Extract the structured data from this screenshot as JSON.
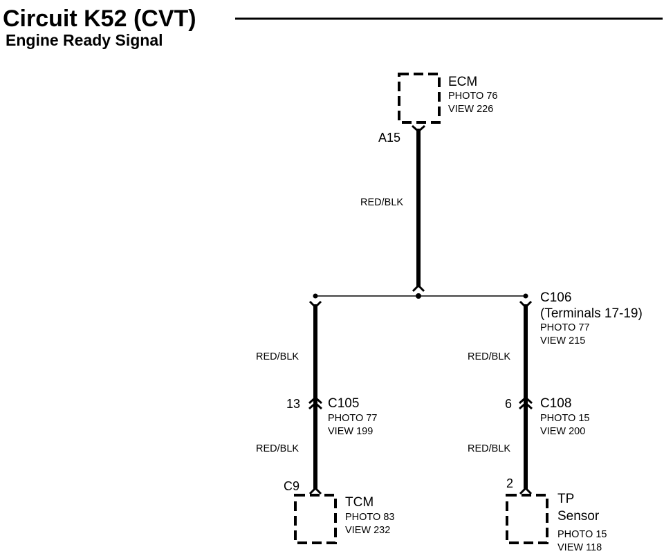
{
  "header": {
    "title": "Circuit K52 (CVT)",
    "subtitle": "Engine Ready Signal"
  },
  "components": {
    "ecm": {
      "name": "ECM",
      "photo": "PHOTO 76",
      "view": "VIEW 226",
      "pin": "A15"
    },
    "tcm": {
      "name": "TCM",
      "photo": "PHOTO 83",
      "view": "VIEW 232",
      "pin": "C9"
    },
    "tp_sensor": {
      "name_line1": "TP",
      "name_line2": "Sensor",
      "photo": "PHOTO 15",
      "view": "VIEW 118",
      "pin": "2"
    }
  },
  "connectors": {
    "c106": {
      "name": "C106",
      "terminals": "(Terminals 17-19)",
      "photo": "PHOTO 77",
      "view": "VIEW 215"
    },
    "c105": {
      "name": "C105",
      "photo": "PHOTO 77",
      "view": "VIEW 199",
      "pin": "13"
    },
    "c108": {
      "name": "C108",
      "photo": "PHOTO 15",
      "view": "VIEW 200",
      "pin": "6"
    }
  },
  "wires": {
    "ecm_to_c106": "RED/BLK",
    "left_upper": "RED/BLK",
    "left_lower": "RED/BLK",
    "right_upper": "RED/BLK",
    "right_lower": "RED/BLK"
  }
}
